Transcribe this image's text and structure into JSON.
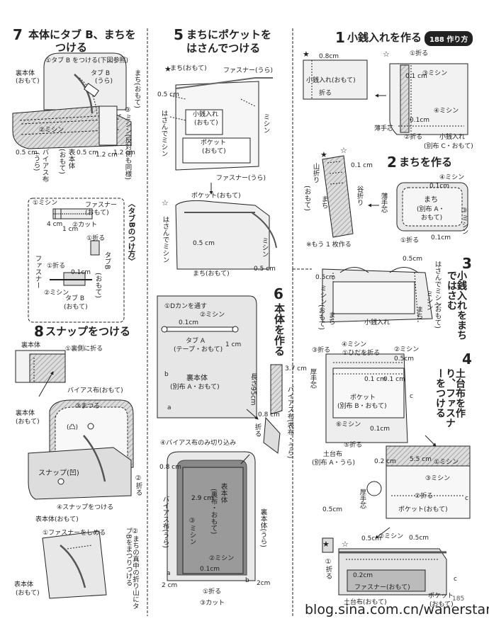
{
  "step7": {
    "num": "7",
    "title1": "本体にタブ B、まちを",
    "title2": "つける",
    "l1": "①タブ B をつける(下図参照)",
    "l2": "タブ B",
    "l3": "(うら)",
    "l4": "裏本体",
    "l5": "(おもて)",
    "l6": "②ミシン",
    "l7": "まち(おもて)",
    "l8": "③ミシン(反対側も同様)",
    "l9": "0.5 cm",
    "l10": "バイアス布",
    "l11": "(うら)",
    "l12": "表本体",
    "l13": "(おもて)",
    "l14": "0.5 cm",
    "l15": "1.2 cm",
    "l16": "1.2 cm"
  },
  "tabB": {
    "side": "〈タブBのつけ方〉",
    "a1": "①ミシン",
    "a2": "ファスナー",
    "a3": "(おもて)",
    "a4": "4 cm",
    "a5": "1 cm",
    "a6": "②カット",
    "a7": "①折る",
    "a8": "①折る",
    "a9": "タブB",
    "a10": "(おもて)",
    "a11": "ファスナー",
    "a12": "0.1cm",
    "a13": "②ミシン",
    "a14": "タブ B",
    "a15": "(おもて)"
  },
  "step8": {
    "num": "8",
    "title": "スナップをつける",
    "b1": "裏本体",
    "b2": "①裏側に折る",
    "b3": "バイアス布(おもて)",
    "b4": "③まつる",
    "b5": "裏本体",
    "b6": "(おもて)",
    "b7": "(凸)",
    "b8": "スナップ(凹)",
    "b9": "②折る",
    "b10": "④スナップをつける",
    "b11": "表本体(おもて)",
    "b12": "①ファスナーをしめる",
    "b13": "②まちの真中の折り山にタブBをまつりつける",
    "b14": "表本体",
    "b15": "(おもて)"
  },
  "step5": {
    "num": "5",
    "title1": "まちにポケットを",
    "title2": "はさんでつける",
    "c1": "まち(おもて)",
    "c2": "ファスナー(うら)",
    "c3": "0.5 cm",
    "c4": "はさんでミシン",
    "c5": "小銭入れ",
    "c6": "(おもて)",
    "c7": "ミシン",
    "c8": "ポケット",
    "c9": "(おもて)",
    "c10": "ファスナー(うら)",
    "c11": "ポケット(おもて)",
    "c12": "はさんでミシン",
    "c13": "0.5 cm",
    "c14": "ミシン",
    "c15": "まち(おもて)",
    "c16": "0.5 cm"
  },
  "tabA": {
    "d1": "①Dカンを通す",
    "d2": "②ミシン",
    "d3": "0.1cm",
    "d4": "タブ A",
    "d5": "(テープ・おもて)",
    "d6": "b",
    "d7": "裏本体",
    "d8": "(別布 A・おもて)",
    "d9": "a",
    "d10": "1 cm"
  },
  "step6": {
    "num": "6",
    "title": "本体を作る",
    "e1": "3.7 cm",
    "e2": "長さ95cm",
    "e3": "バイアス布(表布・うら)",
    "e4": "0.8 cm",
    "e5": "折る",
    "e6": "④バイアス布のみ切り込み",
    "e7": "0.8 cm",
    "e8": "バイアス布(うら)",
    "e9": "2.9 cm",
    "e10": "表本体",
    "e11": "(裏布・おもて)",
    "e12": "③ミシン",
    "e13": "裏本体(うら)",
    "e14": "②ミシン",
    "e15": "0.1cm",
    "e16": "①折る",
    "e17": "③カット",
    "e18": "2 cm",
    "e19": "2cm",
    "e20": "a",
    "e21": "b"
  },
  "step1": {
    "num": "1",
    "title": "小銭入れを作る",
    "badge": "188 作り方",
    "f1": "0.8cm",
    "f2": "小銭入れ(おもて)",
    "f3": "折る",
    "f4": "①折る",
    "f5": "0.1 cm",
    "f6": "③ミシン",
    "f7": "0.1cm",
    "f8": "④ミシン",
    "f9": "薄手芯",
    "f10": "②折る",
    "f11": "小銭入れ",
    "f12": "(別布 C・おもて)"
  },
  "step2": {
    "num": "2",
    "title": "まちを作る",
    "g1": "0.1 cm",
    "g2": "山折り",
    "g3": "(おもて)",
    "g4": "谷折り",
    "g5": "まち",
    "g6": "④ミシン",
    "g7": "0.1cm",
    "g8": "薄手芯",
    "g9": "まち",
    "g10": "(別布 A・",
    "g11": "おもて)",
    "g12": "③ミシン",
    "g13": "①折る",
    "g14": "0.1cm",
    "g15": "※もう 1 枚作る"
  },
  "step3": {
    "num": "3",
    "title": "小銭入れをまちではさむ",
    "h1": "0.5cm",
    "h2": "0.5cm",
    "h3": "はさんでミシン",
    "h4": "ミシン",
    "h5": "(おもて)",
    "h6": "小銭入れ",
    "h7": "ミシン",
    "h8": "まち",
    "h9": "(おもて)",
    "h10": "まち"
  },
  "step4": {
    "num": "4",
    "title": "土台布を作り、ファスナーをつける",
    "i1": "③折る",
    "i2": "④ミシン",
    "i3": "①ひだを折る",
    "i4": "②ミシン",
    "i5": "0.5cm",
    "i6": "厚手芯",
    "i7": "0.1 cm",
    "i8": "0.1 cm",
    "i9": "ポケット",
    "i10": "(別布 B・おもて)",
    "i11": "c",
    "i12": "⑥ミシン",
    "i13": "0.1cm",
    "i14": "⑤折る",
    "i15": "土台布",
    "i16": "(別布 A・うら)",
    "i17": "0.2 cm",
    "i18": "5.5 cm",
    "i19": "①ミシン",
    "i20": "③ミシン",
    "i21": "②折る",
    "i22": "厚手芯",
    "i23": "ポケット(おもて)",
    "i24": "c",
    "i25": "0.5cm",
    "i26": "0.5cm",
    "i27": "②ミシン",
    "i28": "0.5cm",
    "i29": "①折る",
    "i30": "0.2cm",
    "i31": "ファスナー(おもて)",
    "i32": "土台布(おもて)",
    "i33": "ポケット",
    "i34": "(おもて)",
    "i35": "c"
  },
  "watermark": "blog.sina.com.cn/wanerstart",
  "page_num": "185"
}
